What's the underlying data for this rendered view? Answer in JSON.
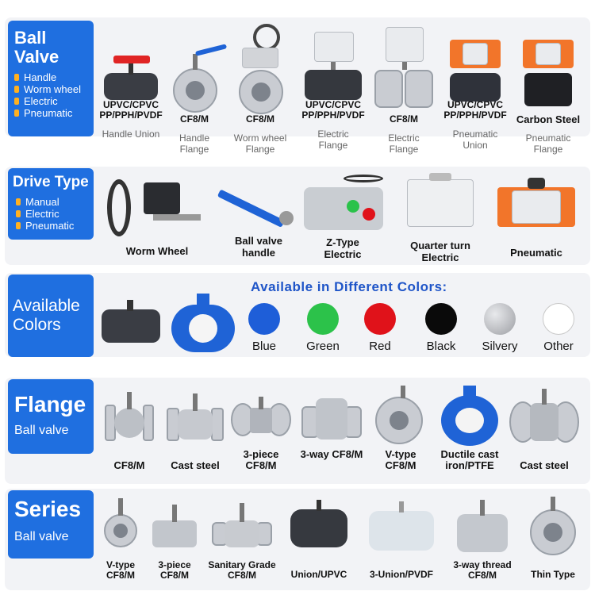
{
  "ball_valve": {
    "title": "Ball Valve",
    "drive_list": [
      "Handle",
      "Worm wheel",
      "Electric",
      "Pneumatic"
    ],
    "items": [
      {
        "material": "UPVC/CPVC PP/PPH/PVDF",
        "type": "Handle Union"
      },
      {
        "material": "CF8/M",
        "type": "Handle Flange"
      },
      {
        "material": "CF8/M",
        "type": "Worm wheel Flange"
      },
      {
        "material": "UPVC/CPVC PP/PPH/PVDF",
        "type": "Electric Flange"
      },
      {
        "material": "CF8/M",
        "type": "Electric Flange"
      },
      {
        "material": "UPVC/CPVC PP/PPH/PVDF",
        "type": "Pneumatic Union"
      },
      {
        "material": "Carbon Steel",
        "type": "Pneumatic Flange"
      }
    ]
  },
  "drive_type": {
    "title": "Drive Type",
    "list": [
      "Manual",
      "Electric",
      "Pneumatic"
    ],
    "items": [
      "Worm Wheel",
      "Ball valve handle",
      "Z-Type Electric",
      "Quarter turn Electric",
      "Pneumatic"
    ]
  },
  "colors": {
    "title": "Available Colors",
    "headline": "Available in Different Colors:",
    "swatches": [
      {
        "label": "Blue",
        "color": "#1e5ed8"
      },
      {
        "label": "Green",
        "color": "#2cc24a"
      },
      {
        "label": "Red",
        "color": "#e0121a"
      },
      {
        "label": "Black",
        "color": "#0a0a0a"
      },
      {
        "label": "Silvery",
        "color": "#b4b6ba"
      },
      {
        "label": "Other",
        "color": "#ffffff"
      }
    ]
  },
  "flange": {
    "title": "Flange",
    "subtitle": "Ball valve",
    "items": [
      "CF8/M",
      "Cast steel",
      "3-piece CF8/M",
      "3-way CF8/M",
      "V-type CF8/M",
      "Ductile cast iron/PTFE",
      "Cast steel"
    ]
  },
  "series": {
    "title": "Series",
    "subtitle": "Ball valve",
    "items": [
      "V-type CF8/M",
      "3-piece CF8/M",
      "Sanitary Grade CF8/M",
      "Union/UPVC",
      "3-Union/PVDF",
      "3-way thread CF8/M",
      "Thin Type"
    ]
  }
}
